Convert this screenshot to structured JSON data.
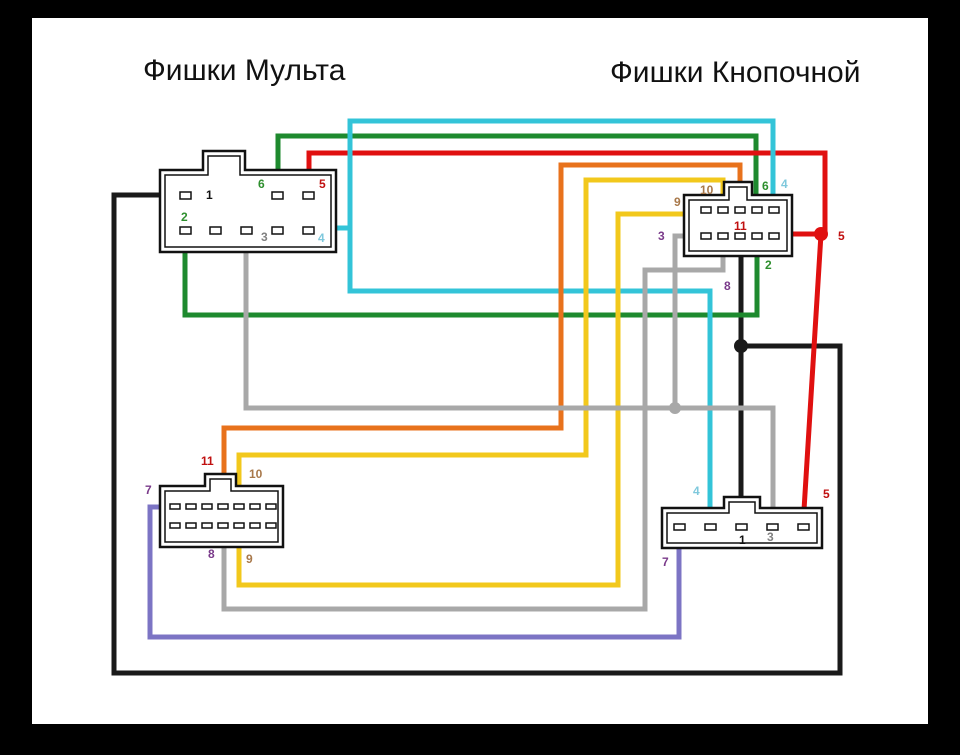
{
  "titles": {
    "left": "Фишки Мульта",
    "right": "Фишки Кнопочной"
  },
  "colors": {
    "background": "#000000",
    "paper": "#ffffff",
    "green": "#1e8a2e",
    "red": "#e01010",
    "cyan": "#33c4d8",
    "orange": "#e8721c",
    "yellow": "#f2c81c",
    "gray": "#a8a8a8",
    "black": "#1a1a1a",
    "purple": "#7c74c4",
    "num_black": "#111111",
    "num_green": "#2e8f2e",
    "num_red": "#c01010",
    "num_cyan": "#7ec8dc",
    "num_gray": "#808080",
    "num_brown": "#a8784a",
    "num_purple": "#7a3a8a"
  },
  "labels": {
    "mult_top": {
      "p1": "1",
      "p2": "2",
      "p3": "3",
      "p4": "4",
      "p5": "5",
      "p6": "6"
    },
    "knop_top": {
      "p2": "2",
      "p3": "3",
      "p4": "4",
      "p5": "5",
      "p6": "6",
      "p8": "8",
      "p9": "9",
      "p10": "10",
      "p11": "11"
    },
    "mult_bottom": {
      "p7": "7",
      "p8": "8",
      "p9": "9",
      "p10": "10",
      "p11": "11"
    },
    "knop_bottom": {
      "p1": "1",
      "p3": "3",
      "p4": "4",
      "p5": "5",
      "p7": "7"
    }
  }
}
